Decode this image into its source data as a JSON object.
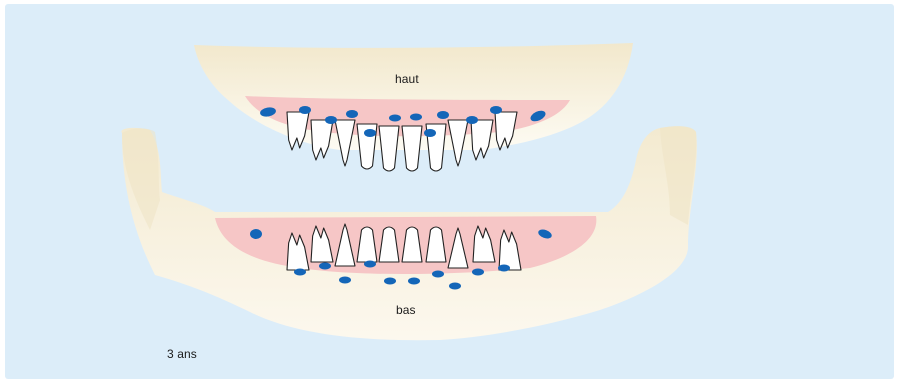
{
  "labels": {
    "upper_jaw": "haut",
    "lower_jaw": "bas",
    "age": "3 ans"
  },
  "colors": {
    "background": "#dcedf9",
    "bone": "#f4ecd2",
    "bone_shade": "#fbf7ea",
    "gum": "#f6c6c6",
    "tooth_fill": "#ffffff",
    "tooth_outline": "#222222",
    "germ": "#1466b8"
  },
  "icons": [
    "upper-jaw-illustration",
    "lower-jaw-illustration",
    "tooth-germ-dot"
  ]
}
